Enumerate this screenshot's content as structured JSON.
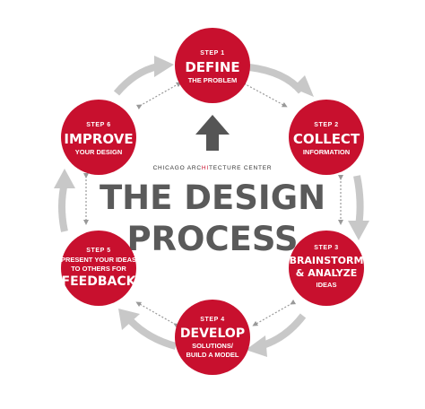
{
  "colors": {
    "accent": "#c8102e",
    "arrow_gray": "#c8c8c8",
    "center_text": "#5a5a5a",
    "up_arrow": "#555555"
  },
  "brand": {
    "pre": "CHICAGO ARC",
    "hi": "HI",
    "post": "TECTURE CENTER"
  },
  "title": {
    "line1": "THE DESIGN",
    "line2": "PROCESS"
  },
  "steps": [
    {
      "label": "STEP 1",
      "big": [
        "DEFINE"
      ],
      "sub": [
        "THE PROBLEM"
      ]
    },
    {
      "label": "STEP 2",
      "big": [
        "COLLECT"
      ],
      "sub": [
        "INFORMATION"
      ]
    },
    {
      "label": "STEP 3",
      "big": [
        "BRAINSTORM",
        "& ANALYZE"
      ],
      "sub": [
        "IDEAS"
      ]
    },
    {
      "label": "STEP 4",
      "big": [
        "DEVELOP"
      ],
      "sub": [
        "SOLUTIONS/",
        "BUILD A MODEL"
      ]
    },
    {
      "label": "STEP 5",
      "big": [
        "FEEDBACK"
      ],
      "sub": [
        "PRESENT YOUR IDEAS",
        "TO OTHERS FOR"
      ]
    },
    {
      "label": "STEP 6",
      "big": [
        "IMPROVE"
      ],
      "sub": [
        "YOUR DESIGN"
      ]
    }
  ],
  "icons": {
    "up": "up-arrow-icon",
    "cycle": "cycle-arrow-icon",
    "dotted": "dotted-double-arrow-icon"
  }
}
